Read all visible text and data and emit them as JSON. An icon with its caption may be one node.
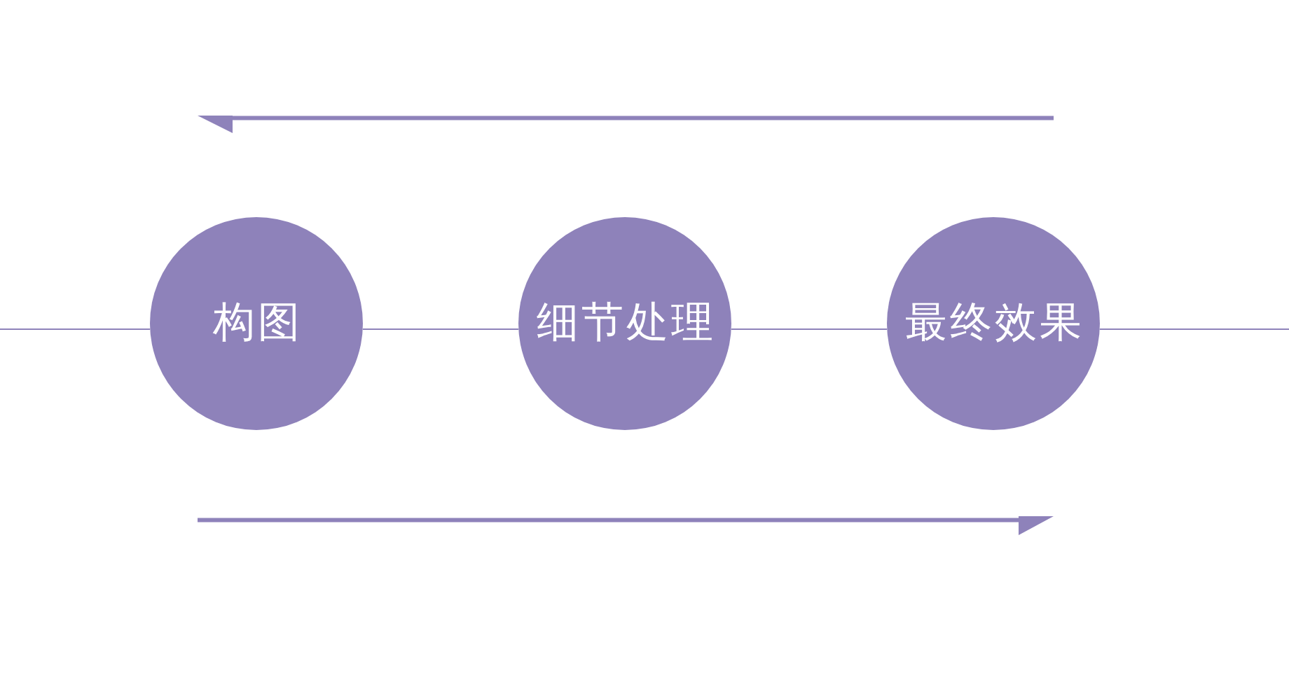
{
  "diagram": {
    "nodes": [
      {
        "text": [
          "构图"
        ]
      },
      {
        "text": [
          "细节处理"
        ]
      },
      {
        "text": [
          "最终效果"
        ]
      }
    ],
    "edges": [
      {
        "from": null,
        "to": 0,
        "arrow": "none"
      },
      {
        "from": 0,
        "to": 1,
        "arrow": "none"
      },
      {
        "from": 1,
        "to": 2,
        "arrow": "none"
      },
      {
        "from": 2,
        "to": null,
        "arrow": "none"
      }
    ]
  }
}
